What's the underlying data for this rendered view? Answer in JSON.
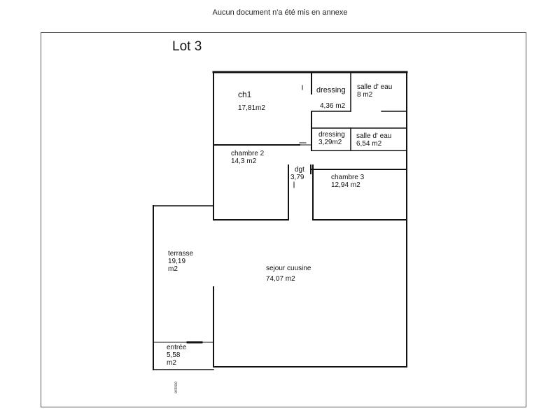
{
  "header": {
    "note": "Aucun document n'a été mis en annexe"
  },
  "plan": {
    "title": "Lot 3",
    "rooms": [
      {
        "id": "ch1",
        "name": "ch1",
        "area": "17,81m2"
      },
      {
        "id": "dressing-1",
        "name": "dressing",
        "area": "4,36 m2"
      },
      {
        "id": "salle-eau-1",
        "name": "salle d' eau",
        "area": "8 m2"
      },
      {
        "id": "dressing-2",
        "name": "dressing",
        "area": "3,29m2"
      },
      {
        "id": "salle-eau-2",
        "name": "salle d' eau",
        "area": "6,54 m2"
      },
      {
        "id": "chambre-2",
        "name": "chambre 2",
        "area": "14,3 m2"
      },
      {
        "id": "dgt",
        "name": "dgt",
        "area": "3,79"
      },
      {
        "id": "chambre-3",
        "name": "chambre 3",
        "area": "12,94 m2"
      },
      {
        "id": "terrasse",
        "name": "terrasse",
        "area_value": "19,19",
        "area_unit": "m2"
      },
      {
        "id": "sejour",
        "name": "sejour cuusine",
        "area": "74,07 m2"
      },
      {
        "id": "entree",
        "name": "entrée",
        "area_value": "5,58",
        "area_unit": "m2"
      }
    ],
    "side_reference": "entrée"
  }
}
